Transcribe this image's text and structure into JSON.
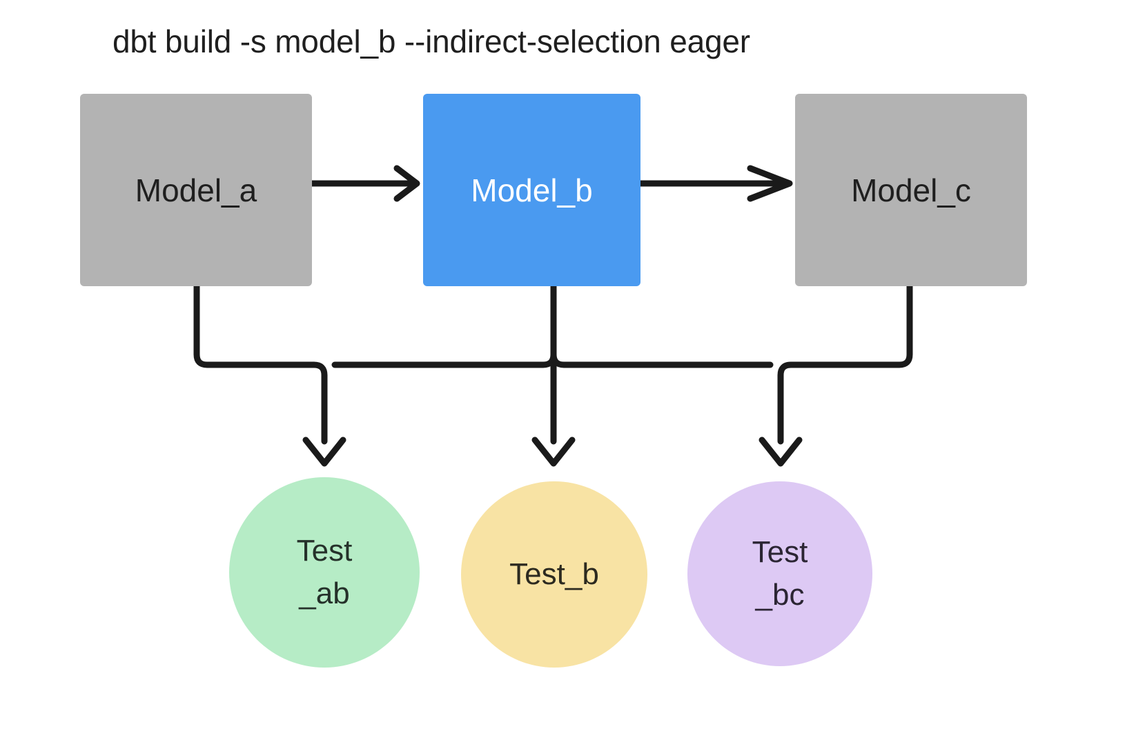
{
  "diagram": {
    "title": "dbt build -s model_b --indirect-selection eager",
    "background_color": "#ffffff",
    "edge_color": "#1a1a1a",
    "models": [
      {
        "id": "model_a",
        "label": "Model_a",
        "shape": "rectangle",
        "fill": "#b3b3b3",
        "text_color": "#1f1f1f",
        "selected": false
      },
      {
        "id": "model_b",
        "label": "Model_b",
        "shape": "rectangle",
        "fill": "#4a9af0",
        "text_color": "#ffffff",
        "selected": true
      },
      {
        "id": "model_c",
        "label": "Model_c",
        "shape": "rectangle",
        "fill": "#b3b3b3",
        "text_color": "#1f1f1f",
        "selected": false
      }
    ],
    "tests": [
      {
        "id": "test_ab",
        "label": "Test\n_ab",
        "shape": "circle",
        "fill": "#b6ecc6",
        "text_color": "#25312a"
      },
      {
        "id": "test_b",
        "label": "Test_b",
        "shape": "circle",
        "fill": "#f8e3a4",
        "text_color": "#2c2a20"
      },
      {
        "id": "test_bc",
        "label": "Test\n_bc",
        "shape": "circle",
        "fill": "#ddc9f4",
        "text_color": "#2b2533"
      }
    ],
    "edges": [
      {
        "from": "model_a",
        "to": "model_b",
        "style": "straight-arrow"
      },
      {
        "from": "model_b",
        "to": "model_c",
        "style": "straight-arrow"
      },
      {
        "from": "model_a",
        "to": "test_ab",
        "style": "elbow-arrow"
      },
      {
        "from": "model_b",
        "to": "test_ab",
        "style": "elbow-arrow"
      },
      {
        "from": "model_b",
        "to": "test_b",
        "style": "straight-arrow"
      },
      {
        "from": "model_b",
        "to": "test_bc",
        "style": "elbow-arrow"
      },
      {
        "from": "model_c",
        "to": "test_bc",
        "style": "elbow-arrow"
      }
    ]
  }
}
